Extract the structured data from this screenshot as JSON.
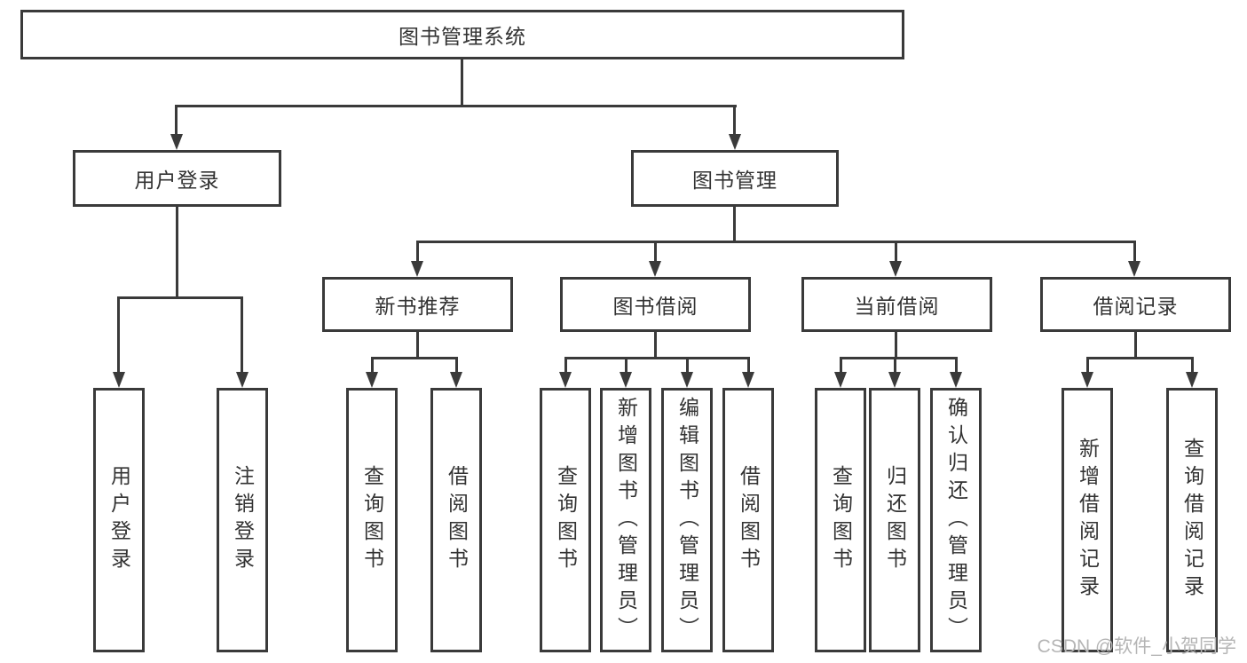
{
  "colors": {
    "line": "#3a3a3a",
    "text": "#333333",
    "watermark": "#b5b5b5"
  },
  "diagram": {
    "root": {
      "label": "图书管理系统"
    },
    "level2": [
      {
        "label": "用户登录"
      },
      {
        "label": "图书管理"
      }
    ],
    "level3": [
      {
        "label": "新书推荐"
      },
      {
        "label": "图书借阅"
      },
      {
        "label": "当前借阅"
      },
      {
        "label": "借阅记录"
      }
    ],
    "leaves": {
      "user_login": [
        {
          "label": "用户登录"
        },
        {
          "label": "注销登录"
        }
      ],
      "new_book": [
        {
          "label": "查询图书"
        },
        {
          "label": "借阅图书"
        }
      ],
      "borrow": [
        {
          "label": "查询图书"
        },
        {
          "label": "新增图书（管理员）"
        },
        {
          "label": "编辑图书（管理员）"
        },
        {
          "label": "借阅图书"
        }
      ],
      "current": [
        {
          "label": "查询图书"
        },
        {
          "label": "归还图书"
        },
        {
          "label": "确认归还（管理员）"
        }
      ],
      "records": [
        {
          "label": "新增借阅记录"
        },
        {
          "label": "查询借阅记录"
        }
      ]
    }
  },
  "watermark": {
    "text": "CSDN @软件_小贺同学"
  }
}
